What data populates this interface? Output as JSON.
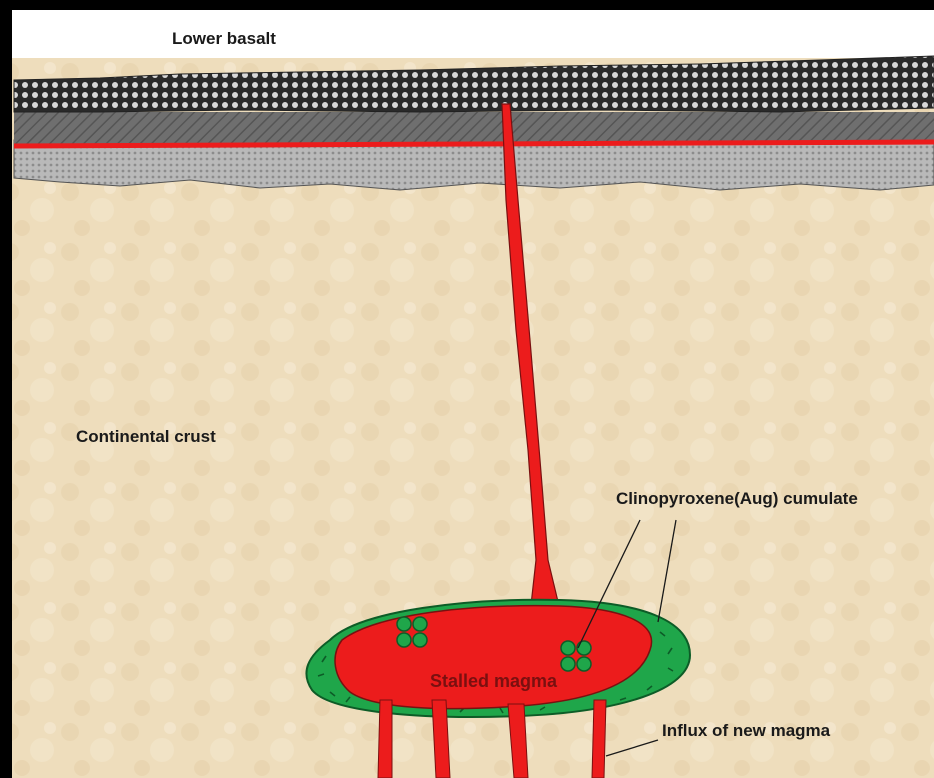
{
  "labels": {
    "lower_basalt": "Lower basalt",
    "continental_crust": "Continental crust",
    "cumulate": "Clinopyroxene(Aug) cumulate",
    "stalled_magma": "Stalled magma",
    "influx": "Influx of new magma"
  },
  "colors": {
    "crust": "#eeddbc",
    "magma": "#ec1c1c",
    "cumulate": "#1fa64a",
    "basalt_dark": "#2e2e2e",
    "basalt_grey": "#7a7a7a",
    "basalt_light": "#b8b8b8",
    "frame": "#000000"
  }
}
